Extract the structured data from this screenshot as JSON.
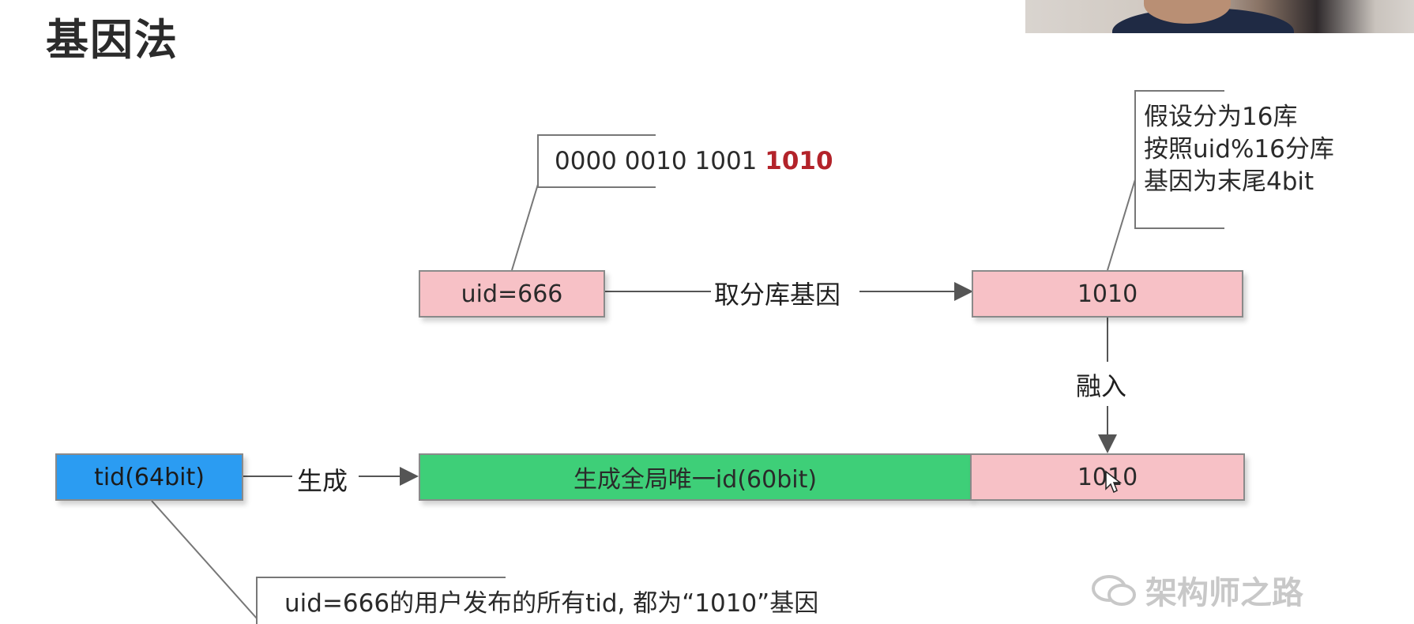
{
  "title": "基因法",
  "note_binary": {
    "prefix": "0000 0010 1001 ",
    "highlight": "1010"
  },
  "note_assume": {
    "lines": [
      "假设分为16库",
      "按照uid%16分库",
      "基因为末尾4bit"
    ]
  },
  "uid_box": "uid=666",
  "gene_box_top": "1010",
  "arrow_extract_label": "取分库基因",
  "arrow_merge_label": "融入",
  "tid_box": "tid(64bit)",
  "arrow_generate_label": "生成",
  "global_id_box": "生成全局唯一id(60bit)",
  "gene_box_bottom": "1010",
  "note_bottom": "uid=666的用户发布的所有tid, 都为“1010”基因",
  "watermark": "架构师之路",
  "colors": {
    "pink": "#f7c1c6",
    "green": "#3ecf78",
    "blue": "#2b9cf2",
    "highlight_red": "#b3232a"
  }
}
